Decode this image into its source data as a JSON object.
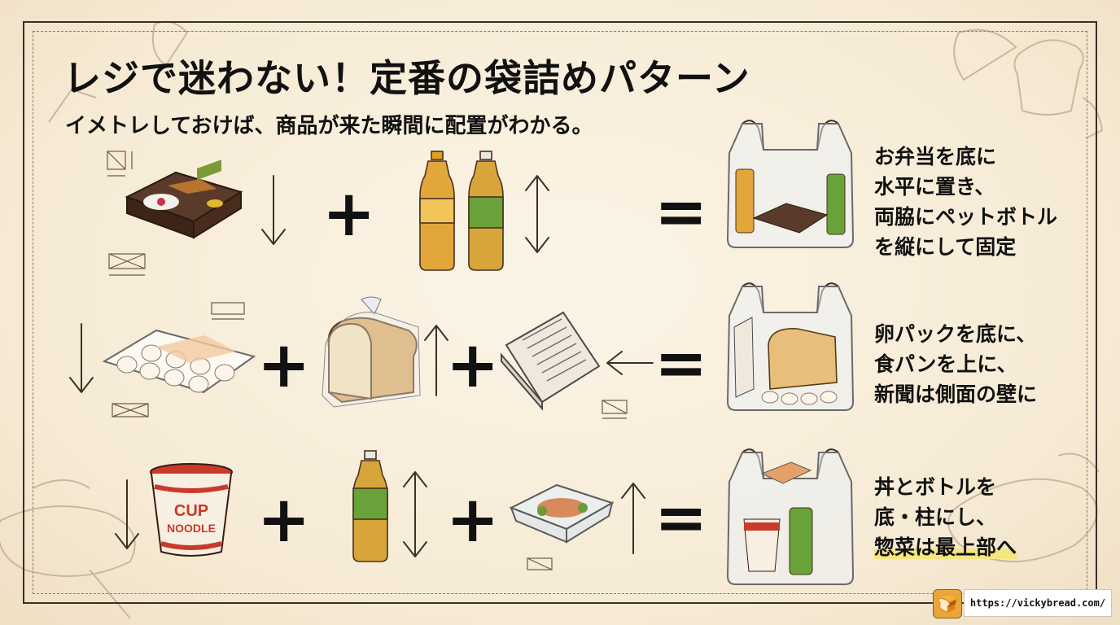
{
  "title": "レジで迷わない！定番の袋詰めパターン",
  "subtitle": "イメトレしておけば、商品が来た瞬間に配置がわかる。",
  "rows": [
    {
      "items": [
        "bento",
        "pet-bottles"
      ],
      "caption": [
        "お弁当を底に",
        "水平に置き、",
        "両脇にペットボトル",
        "を縦にして固定"
      ]
    },
    {
      "items": [
        "egg-pack",
        "bread",
        "newspaper"
      ],
      "caption": [
        "卵パックを底に、",
        "食パンを上に、",
        "新聞は側面の壁に"
      ]
    },
    {
      "items": [
        "cup-noodle",
        "pet-bottle",
        "side-dish"
      ],
      "caption": [
        "丼とボトルを",
        "底・柱にし、",
        "惣菜は最上部へ"
      ],
      "cup_label": [
        "CUP",
        "NOODLE"
      ]
    }
  ],
  "operators": {
    "plus": "+",
    "equals": "="
  },
  "icons": [
    "down-arrow-icon",
    "up-down-arrow-icon",
    "up-arrow-icon",
    "left-arrow-icon",
    "shopping-bag-icon",
    "bread-mascot-icon"
  ],
  "footer": {
    "url": "https://vickybread.com/"
  },
  "colors": {
    "background": "#f8eedc",
    "text": "#111111",
    "frame": "#3a2f26",
    "highlight": "#f4e680"
  }
}
